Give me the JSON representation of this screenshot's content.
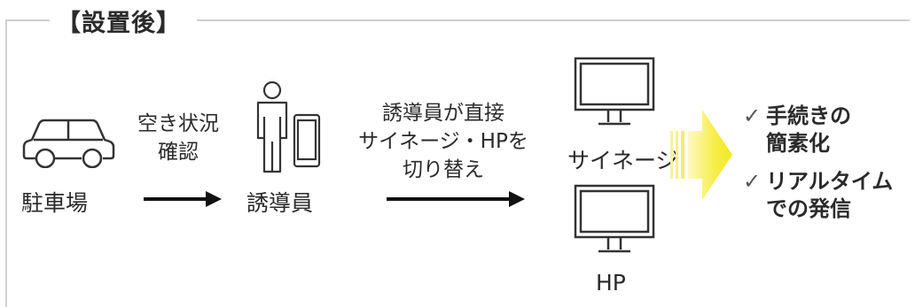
{
  "title": "【設置後】",
  "nodes": {
    "parking": "駐車場",
    "guard": "誘導員",
    "signage": "サイネージ",
    "hp": "HP"
  },
  "edges": {
    "check_status": [
      "空き状況",
      "確認"
    ],
    "switch_direct": [
      "誘導員が直接",
      "サイネージ・HPを",
      "切り替え"
    ]
  },
  "results": [
    {
      "check": "✓",
      "lines": [
        "手続きの",
        "簡素化"
      ]
    },
    {
      "check": "✓",
      "lines": [
        "リアルタイム",
        "での発信"
      ]
    }
  ],
  "colors": {
    "frame": "#cfcfcf",
    "icon_stroke": "#333333",
    "highlight_arrow": "#f4ec2a"
  },
  "icons": [
    "car-icon",
    "person-icon",
    "tablet-icon",
    "monitor-icon",
    "arrow-right-icon",
    "big-yellow-arrow-icon"
  ]
}
